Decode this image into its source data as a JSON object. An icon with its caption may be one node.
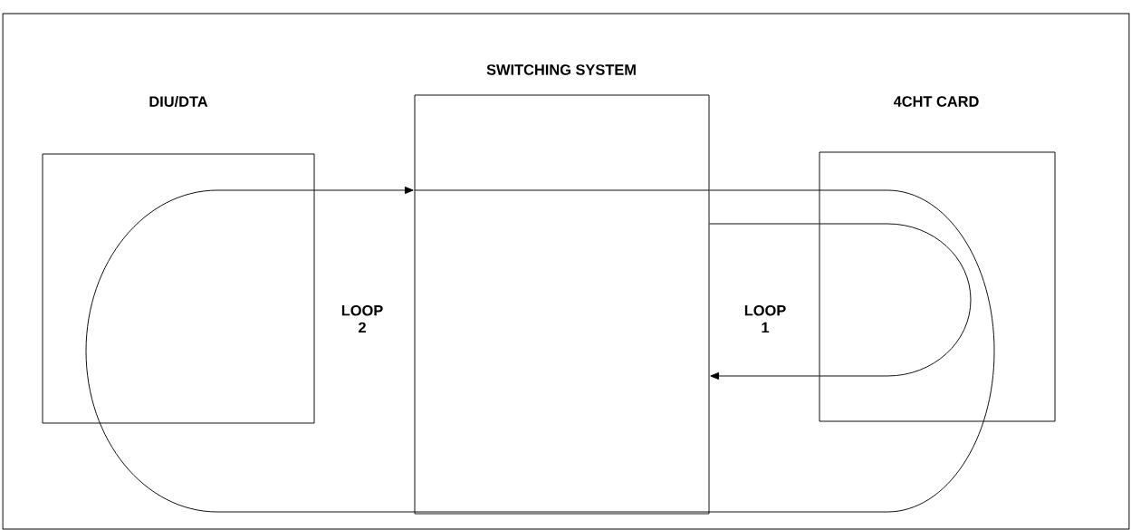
{
  "diagram": {
    "nodes": [
      {
        "text": [
          "DIU/DTA"
        ]
      },
      {
        "text": [
          "SWITCHING SYSTEM"
        ]
      },
      {
        "text": [
          "4CHT CARD"
        ]
      }
    ],
    "edges": [
      {
        "from": 0,
        "to": 1,
        "arrow": "to"
      },
      {
        "from": 1,
        "to": 2,
        "arrow": "none"
      },
      {
        "from": 1,
        "to": 2,
        "arrow": "none"
      },
      {
        "from": 2,
        "to": 1,
        "arrow": "to"
      },
      {
        "from": 2,
        "to": 0,
        "arrow": "none"
      }
    ],
    "labels": [
      "LOOP 2",
      "LOOP 1"
    ]
  }
}
